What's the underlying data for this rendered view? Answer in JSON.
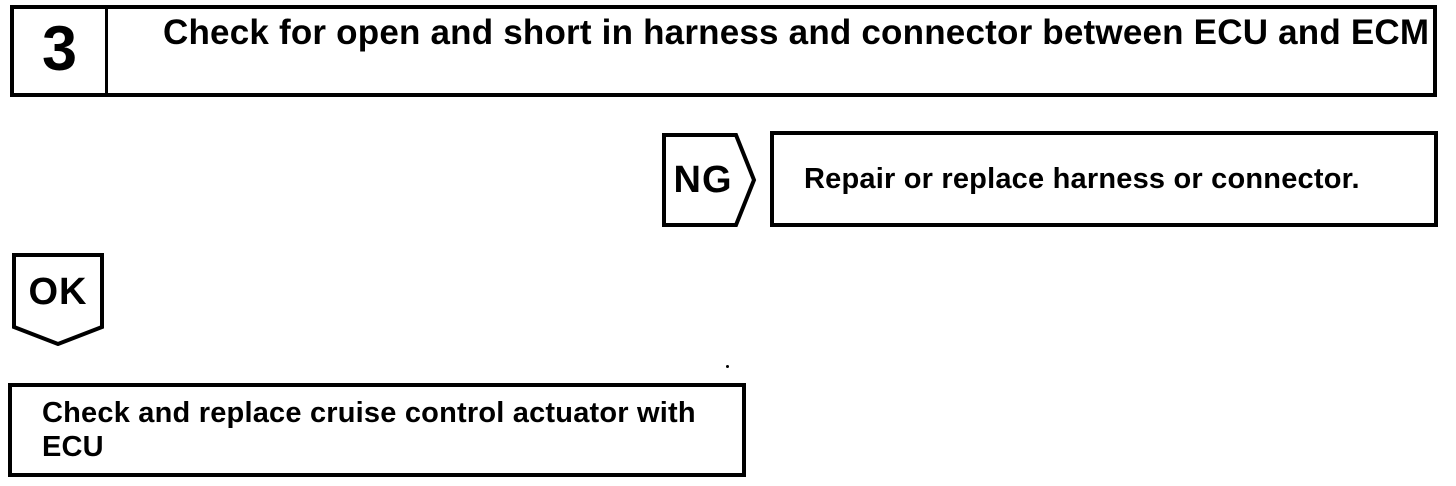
{
  "page": {
    "background_color": "#ffffff",
    "ink_color": "#000000"
  },
  "flowchart": {
    "step_header": {
      "number": "3",
      "title": "Check for open and short in harness and connector between ECU and ECM"
    },
    "ng_branch": {
      "connector_label": "NG",
      "action_text": "Repair or replace harness or connector."
    },
    "ok_branch": {
      "connector_label": "OK",
      "result_lines": {
        "line1": "Check and replace cruise control actuator with",
        "line2": "ECU"
      }
    }
  }
}
